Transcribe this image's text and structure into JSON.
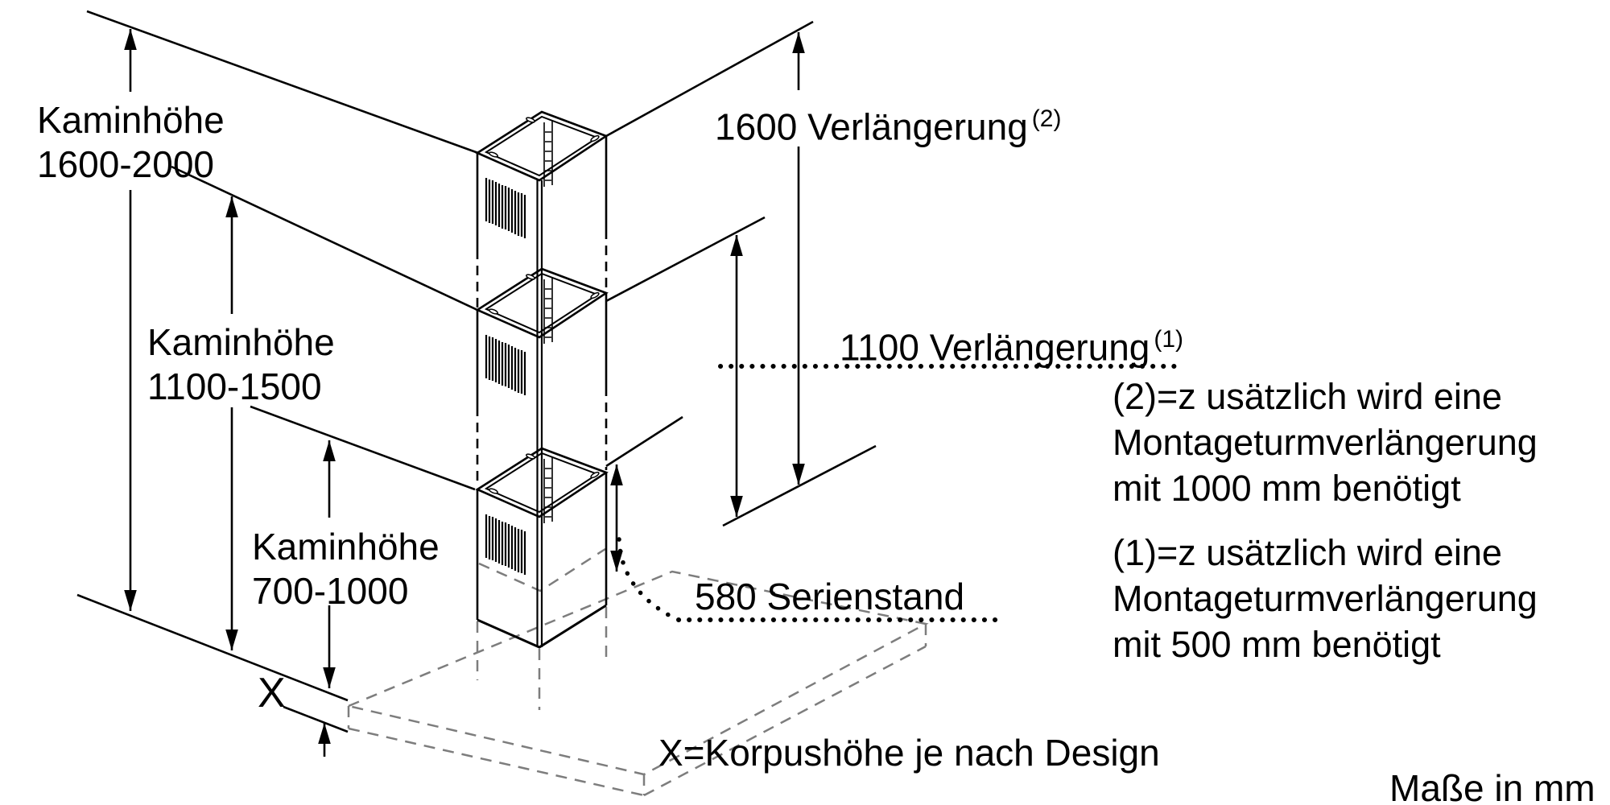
{
  "diagram": {
    "title_hint": "Kaminverlängerung Montagezeichnung",
    "labels": {
      "kaminhoehe_1": {
        "line1": "Kaminhöhe",
        "line2": "1600-2000"
      },
      "kaminhoehe_2": {
        "line1": "Kaminhöhe",
        "line2": "1100-1500"
      },
      "kaminhoehe_3": {
        "line1": "Kaminhöhe",
        "line2": "700-1000"
      },
      "extension_1600": {
        "text": "1600 Verlängerung",
        "sup": "(2)"
      },
      "extension_1100": {
        "text": "1100 Verlängerung",
        "sup": "(1)"
      },
      "serienstand": "580 Serienstand",
      "x_label": "X",
      "korpushoehe": "X=Korpushöhe je nach Design",
      "units": "Maße in mm"
    },
    "footnotes": {
      "note2": [
        "(2)=z usätzlich wird eine",
        "Montageturmverlängerung",
        "mit 1000 mm benötigt"
      ],
      "note1": [
        "(1)=z usätzlich wird eine",
        "Montageturmverlängerung",
        "mit 500 mm benötigt"
      ]
    },
    "colors": {
      "line": "#000000",
      "hidden_line": "#7d7d7d",
      "background": "#ffffff"
    }
  }
}
